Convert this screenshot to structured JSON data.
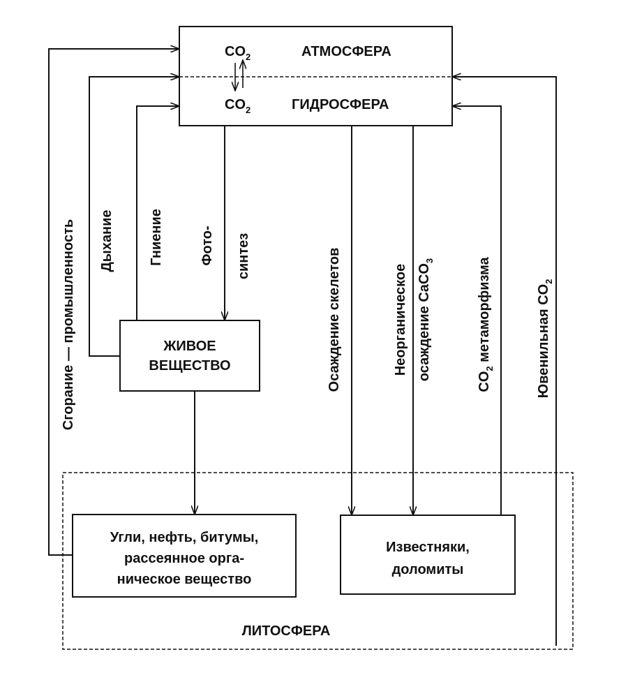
{
  "atmosphere": {
    "co2": "CO",
    "co2_sub": "2",
    "label": "АТМОСФЕРА"
  },
  "hydrosphere": {
    "co2": "CO",
    "co2_sub": "2",
    "label": "ГИДРОСФЕРА"
  },
  "living_matter": {
    "line1": "ЖИВОЕ",
    "line2": "ВЕЩЕСТВО"
  },
  "organic_box": {
    "line1": "Угли, нефть, битумы,",
    "line2": "рассеянное орга-",
    "line3": "ническое вещество"
  },
  "limestone_box": {
    "line1": "Известняки,",
    "line2": "доломиты"
  },
  "lithosphere": {
    "label": "ЛИТОСФЕРА"
  },
  "flows": {
    "combustion": "Сгорание — промышленность",
    "respiration": "Дыхание",
    "decay": "Гниение",
    "photosynthesis_1": "Фото-",
    "photosynthesis_2": "синтез",
    "skeleton_deposition": "Осаждение скелетов",
    "inorganic_1": "Неорганическое",
    "inorganic_2": "осаждение CaCO",
    "inorganic_sub": "3",
    "metamorphism_co2": "CO",
    "metamorphism_sub": "2",
    "metamorphism_text": " метаморфизма",
    "juvenile_text": "Ювенильная CO",
    "juvenile_sub": "2"
  }
}
